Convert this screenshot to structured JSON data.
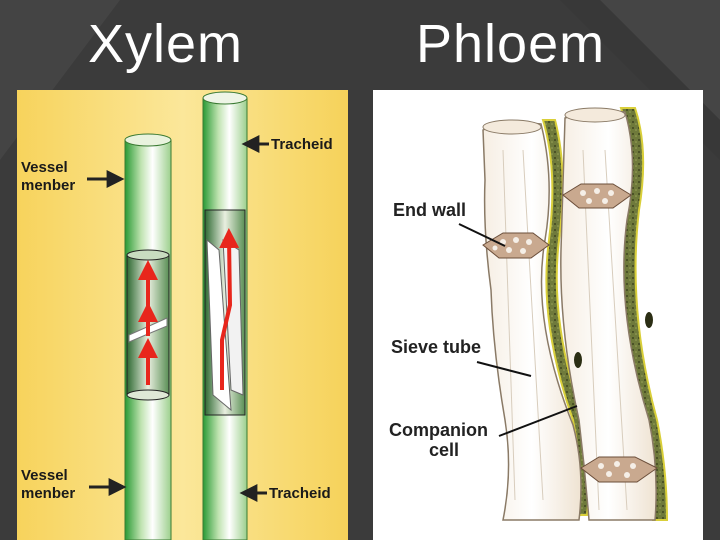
{
  "titles": {
    "left": "Xylem",
    "right": "Phloem"
  },
  "xylem_labels": {
    "vessel_top": [
      "Vessel",
      "menber"
    ],
    "tracheid_top": "Tracheid",
    "vessel_bottom": [
      "Vessel",
      "menber"
    ],
    "tracheid_bottom": "Tracheid"
  },
  "phloem_labels": {
    "end_wall": "End wall",
    "sieve_tube": "Sieve tube",
    "companion": [
      "Companion",
      "cell"
    ]
  },
  "colors": {
    "xylem_panel": "#f5d76b",
    "xylem_tube_green": "#2f9e3a",
    "flow_arrow": "#e8261c",
    "phloem_wall": "#f3e9dc",
    "companion_cell": "#6f7a3b"
  }
}
